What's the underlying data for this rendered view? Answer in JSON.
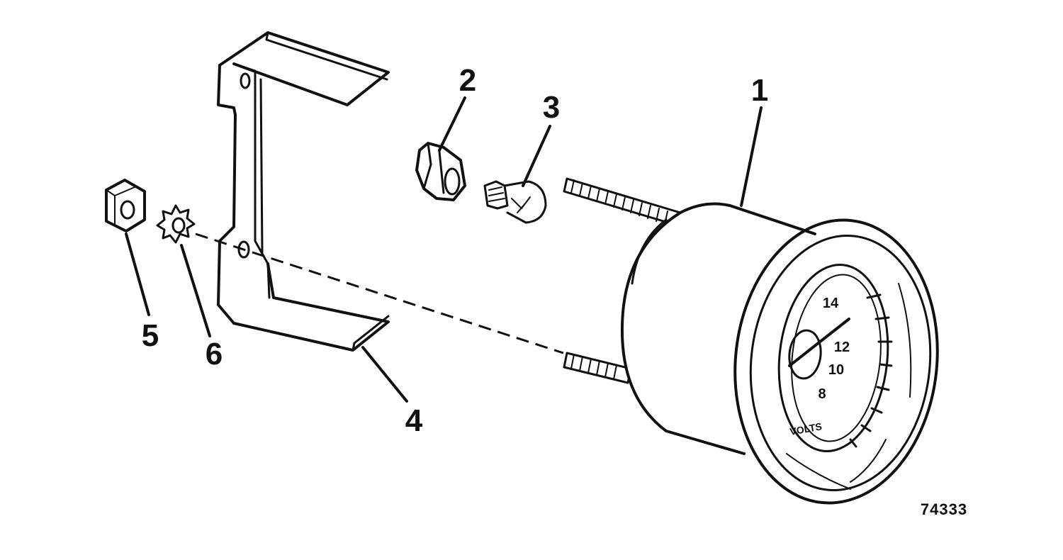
{
  "callouts": {
    "c1": "1",
    "c2": "2",
    "c3": "3",
    "c4": "4",
    "c5": "5",
    "c6": "6"
  },
  "figure_number": "74333",
  "gauge_dial": {
    "n14": "14",
    "n12": "12",
    "n10": "10",
    "n8": "8",
    "unit": "VOLTS"
  }
}
